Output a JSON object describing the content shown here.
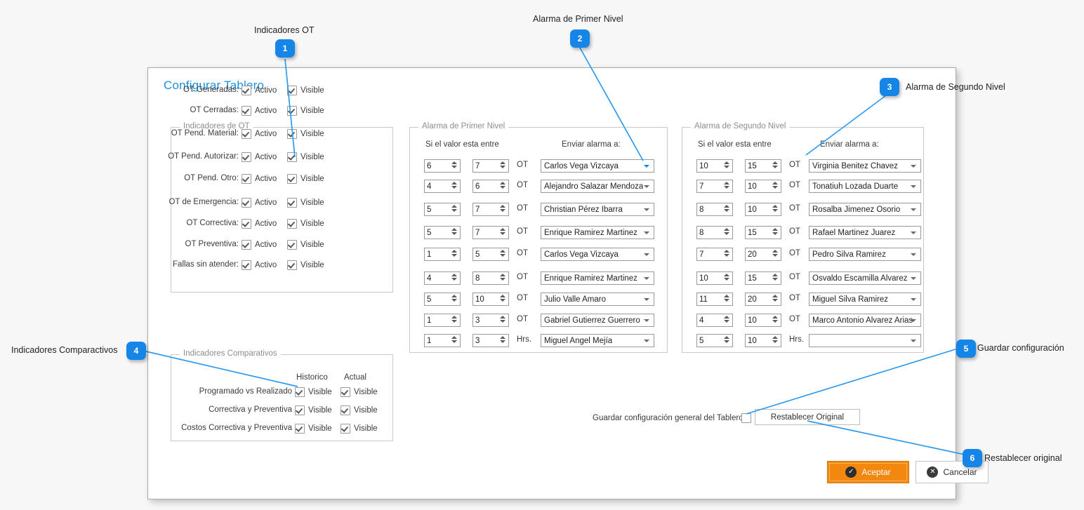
{
  "dialog": {
    "title": "Configurar Tablero"
  },
  "indicadores_ot": {
    "legend": "Indicadores de OT",
    "activo_label": "Activo",
    "visible_label": "Visible",
    "rows": [
      {
        "label": "OT Generadas:",
        "activo": true,
        "visible": true
      },
      {
        "label": "OT Cerradas:",
        "activo": true,
        "visible": true
      },
      {
        "label": "OT Pend. Material:",
        "activo": true,
        "visible": true
      },
      {
        "label": "OT Pend. Autorizar:",
        "activo": true,
        "visible": true
      },
      {
        "label": "OT Pend. Otro:",
        "activo": true,
        "visible": true
      },
      {
        "label": "OT de Emergencia:",
        "activo": true,
        "visible": true
      },
      {
        "label": "OT Correctiva:",
        "activo": true,
        "visible": true
      },
      {
        "label": "OT Preventiva:",
        "activo": true,
        "visible": true
      },
      {
        "label": "Fallas sin atender:",
        "activo": true,
        "visible": true
      }
    ]
  },
  "alarma_nivel1": {
    "legend": "Alarma de Primer Nivel",
    "col_range": "Si el valor esta entre",
    "col_send": "Enviar alarma a:",
    "rows": [
      {
        "min": "6",
        "max": "7",
        "unit": "OT",
        "dest": "Carlos Vega Vizcaya"
      },
      {
        "min": "4",
        "max": "6",
        "unit": "OT",
        "dest": "Alejandro Salazar Mendoza"
      },
      {
        "min": "5",
        "max": "7",
        "unit": "OT",
        "dest": "Christian Pérez Ibarra"
      },
      {
        "min": "5",
        "max": "7",
        "unit": "OT",
        "dest": "Enrique Ramirez Martinez"
      },
      {
        "min": "1",
        "max": "5",
        "unit": "OT",
        "dest": "Carlos Vega Vizcaya"
      },
      {
        "min": "4",
        "max": "8",
        "unit": "OT",
        "dest": "Enrique Ramirez Martinez"
      },
      {
        "min": "5",
        "max": "10",
        "unit": "OT",
        "dest": "Julio Valle Amaro"
      },
      {
        "min": "1",
        "max": "3",
        "unit": "OT",
        "dest": "Gabriel Gutierrez Guerrero"
      },
      {
        "min": "1",
        "max": "3",
        "unit": "Hrs.",
        "dest": "Miguel Angel Mejía"
      }
    ]
  },
  "alarma_nivel2": {
    "legend": "Alarma de Segundo Nivel",
    "col_range": "Si el valor esta entre",
    "col_send": "Enviar alarma a:",
    "rows": [
      {
        "min": "10",
        "max": "15",
        "unit": "OT",
        "dest": "Virginia Benitez Chavez"
      },
      {
        "min": "7",
        "max": "10",
        "unit": "OT",
        "dest": "Tonatiuh Lozada Duarte"
      },
      {
        "min": "8",
        "max": "10",
        "unit": "OT",
        "dest": "Rosalba Jimenez Osorio"
      },
      {
        "min": "8",
        "max": "15",
        "unit": "OT",
        "dest": "Rafael Martinez Juarez"
      },
      {
        "min": "7",
        "max": "20",
        "unit": "OT",
        "dest": "Pedro Silva Ramirez"
      },
      {
        "min": "10",
        "max": "15",
        "unit": "OT",
        "dest": "Osvaldo Escamilla Alvarez"
      },
      {
        "min": "11",
        "max": "20",
        "unit": "OT",
        "dest": "Miguel Silva Ramirez"
      },
      {
        "min": "4",
        "max": "10",
        "unit": "OT",
        "dest": "Marco Antonio Alvarez Arias"
      },
      {
        "min": "5",
        "max": "10",
        "unit": "Hrs.",
        "dest": ""
      }
    ]
  },
  "indicadores_comparativos": {
    "legend": "Indicadores Comparativos",
    "head_historico": "Historico",
    "head_actual": "Actual",
    "visible_label": "Visible",
    "rows": [
      {
        "label": "Programado vs Realizado",
        "historico": true,
        "actual": true
      },
      {
        "label": "Correctiva y Preventiva",
        "historico": true,
        "actual": true
      },
      {
        "label": "Costos Correctiva y Preventiva",
        "historico": true,
        "actual": true
      }
    ]
  },
  "footer": {
    "save_general_label": "Guardar configuración general del Tablero:",
    "save_general_checked": false,
    "reset_button": "Restablecer Original",
    "accept_button": "Aceptar",
    "cancel_button": "Cancelar",
    "accept_icon": "check-circle-icon",
    "cancel_icon": "close-circle-icon"
  },
  "callouts": [
    {
      "n": "1",
      "label": "Indicadores OT"
    },
    {
      "n": "2",
      "label": "Alarma de Primer Nivel"
    },
    {
      "n": "3",
      "label": "Alarma de Segundo Nivel"
    },
    {
      "n": "4",
      "label": "Indicadores Comparactivos"
    },
    {
      "n": "5",
      "label": "Guardar configuración"
    },
    {
      "n": "6",
      "label": "Restablecer original"
    }
  ],
  "colors": {
    "accent": "#1585e8",
    "title": "#1e90e0",
    "accept": "#f2880d"
  }
}
